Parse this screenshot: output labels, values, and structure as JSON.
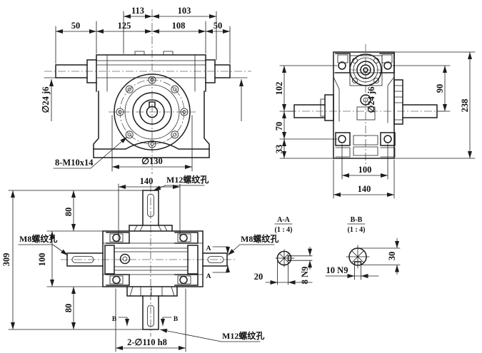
{
  "style": {
    "background": "#ffffff",
    "line_color": "#1d1d1d"
  },
  "front_view": {
    "dim_113": "113",
    "dim_103": "103",
    "dim_50_left": "50",
    "dim_125": "125",
    "dim_108": "108",
    "dim_50_right": "50",
    "shaft_dia_left": "∅24 j6",
    "shaft_dia_right": "∅24 j6",
    "bolt_note": "8-M10x14",
    "flange_dia": "∅130"
  },
  "side_view": {
    "dim_102": "102",
    "dim_70": "70",
    "dim_33": "33",
    "dim_90": "90",
    "dim_238": "238",
    "dim_100": "100",
    "dim_140": "140"
  },
  "plan_view": {
    "dim_140": "140",
    "dim_80_top": "80",
    "dim_100": "100",
    "dim_80_bottom": "80",
    "dim_309": "309",
    "label_m12_top": "M12螺纹孔",
    "label_m8_left": "M8螺纹孔",
    "label_m8_right": "M8螺纹孔",
    "label_m12_bottom": "M12螺纹孔",
    "dim_spigot": "2-∅110 h8",
    "marker_a": "A",
    "marker_b": "B"
  },
  "section_aa": {
    "title": "A-A",
    "scale": "(1 : 4)",
    "dim_20": "20",
    "dim_keyway": "8 N9"
  },
  "section_bb": {
    "title": "B-B",
    "scale": "(1 : 4)",
    "dim_keyway": "10 N9",
    "dim_30": "30"
  }
}
